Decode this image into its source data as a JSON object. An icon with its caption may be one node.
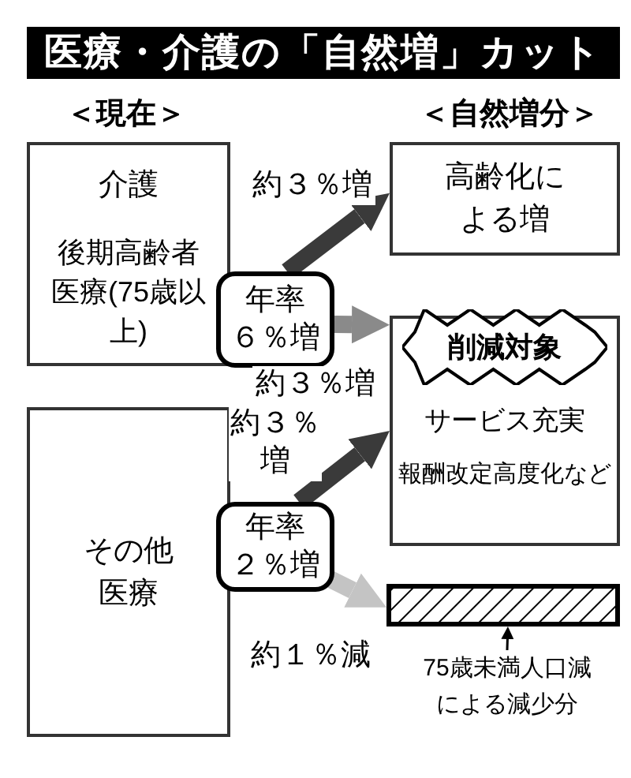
{
  "diagram": {
    "title": "医療・介護の「自然増」カット",
    "nodes": [
      {
        "text": [
          "介護",
          "後期高齢者医療(75歳以上)"
        ]
      },
      {
        "text": [
          "高齢化による増"
        ]
      },
      {
        "text": [
          "年率６％増"
        ]
      },
      {
        "text": [
          "サービス充実",
          "報酬改定高度化など"
        ]
      },
      {
        "text": [
          "削減対象"
        ],
        "in": 3
      },
      {
        "text": [
          "その他医療"
        ]
      },
      {
        "text": [
          "年率２％増"
        ]
      },
      {
        "text": [],
        "shape": "bar"
      },
      {
        "text": [
          "75歳未満人口減による減少分"
        ]
      }
    ],
    "edges": [
      {
        "from": 2,
        "to": 1,
        "arrow": "to",
        "label": "約３％増"
      },
      {
        "from": 2,
        "to": 3,
        "arrow": "to",
        "label": "約３％増",
        "color": "#8a8a8a"
      },
      {
        "from": 6,
        "to": 3,
        "arrow": "to",
        "label": "約３％増"
      },
      {
        "from": 6,
        "to": 7,
        "arrow": "to",
        "label": "約１％減",
        "color": "#c4c4c4"
      },
      {
        "from": 8,
        "to": 7,
        "arrow": "to"
      }
    ],
    "labels": [
      "＜現在＞",
      "＜自然増分＞"
    ]
  }
}
